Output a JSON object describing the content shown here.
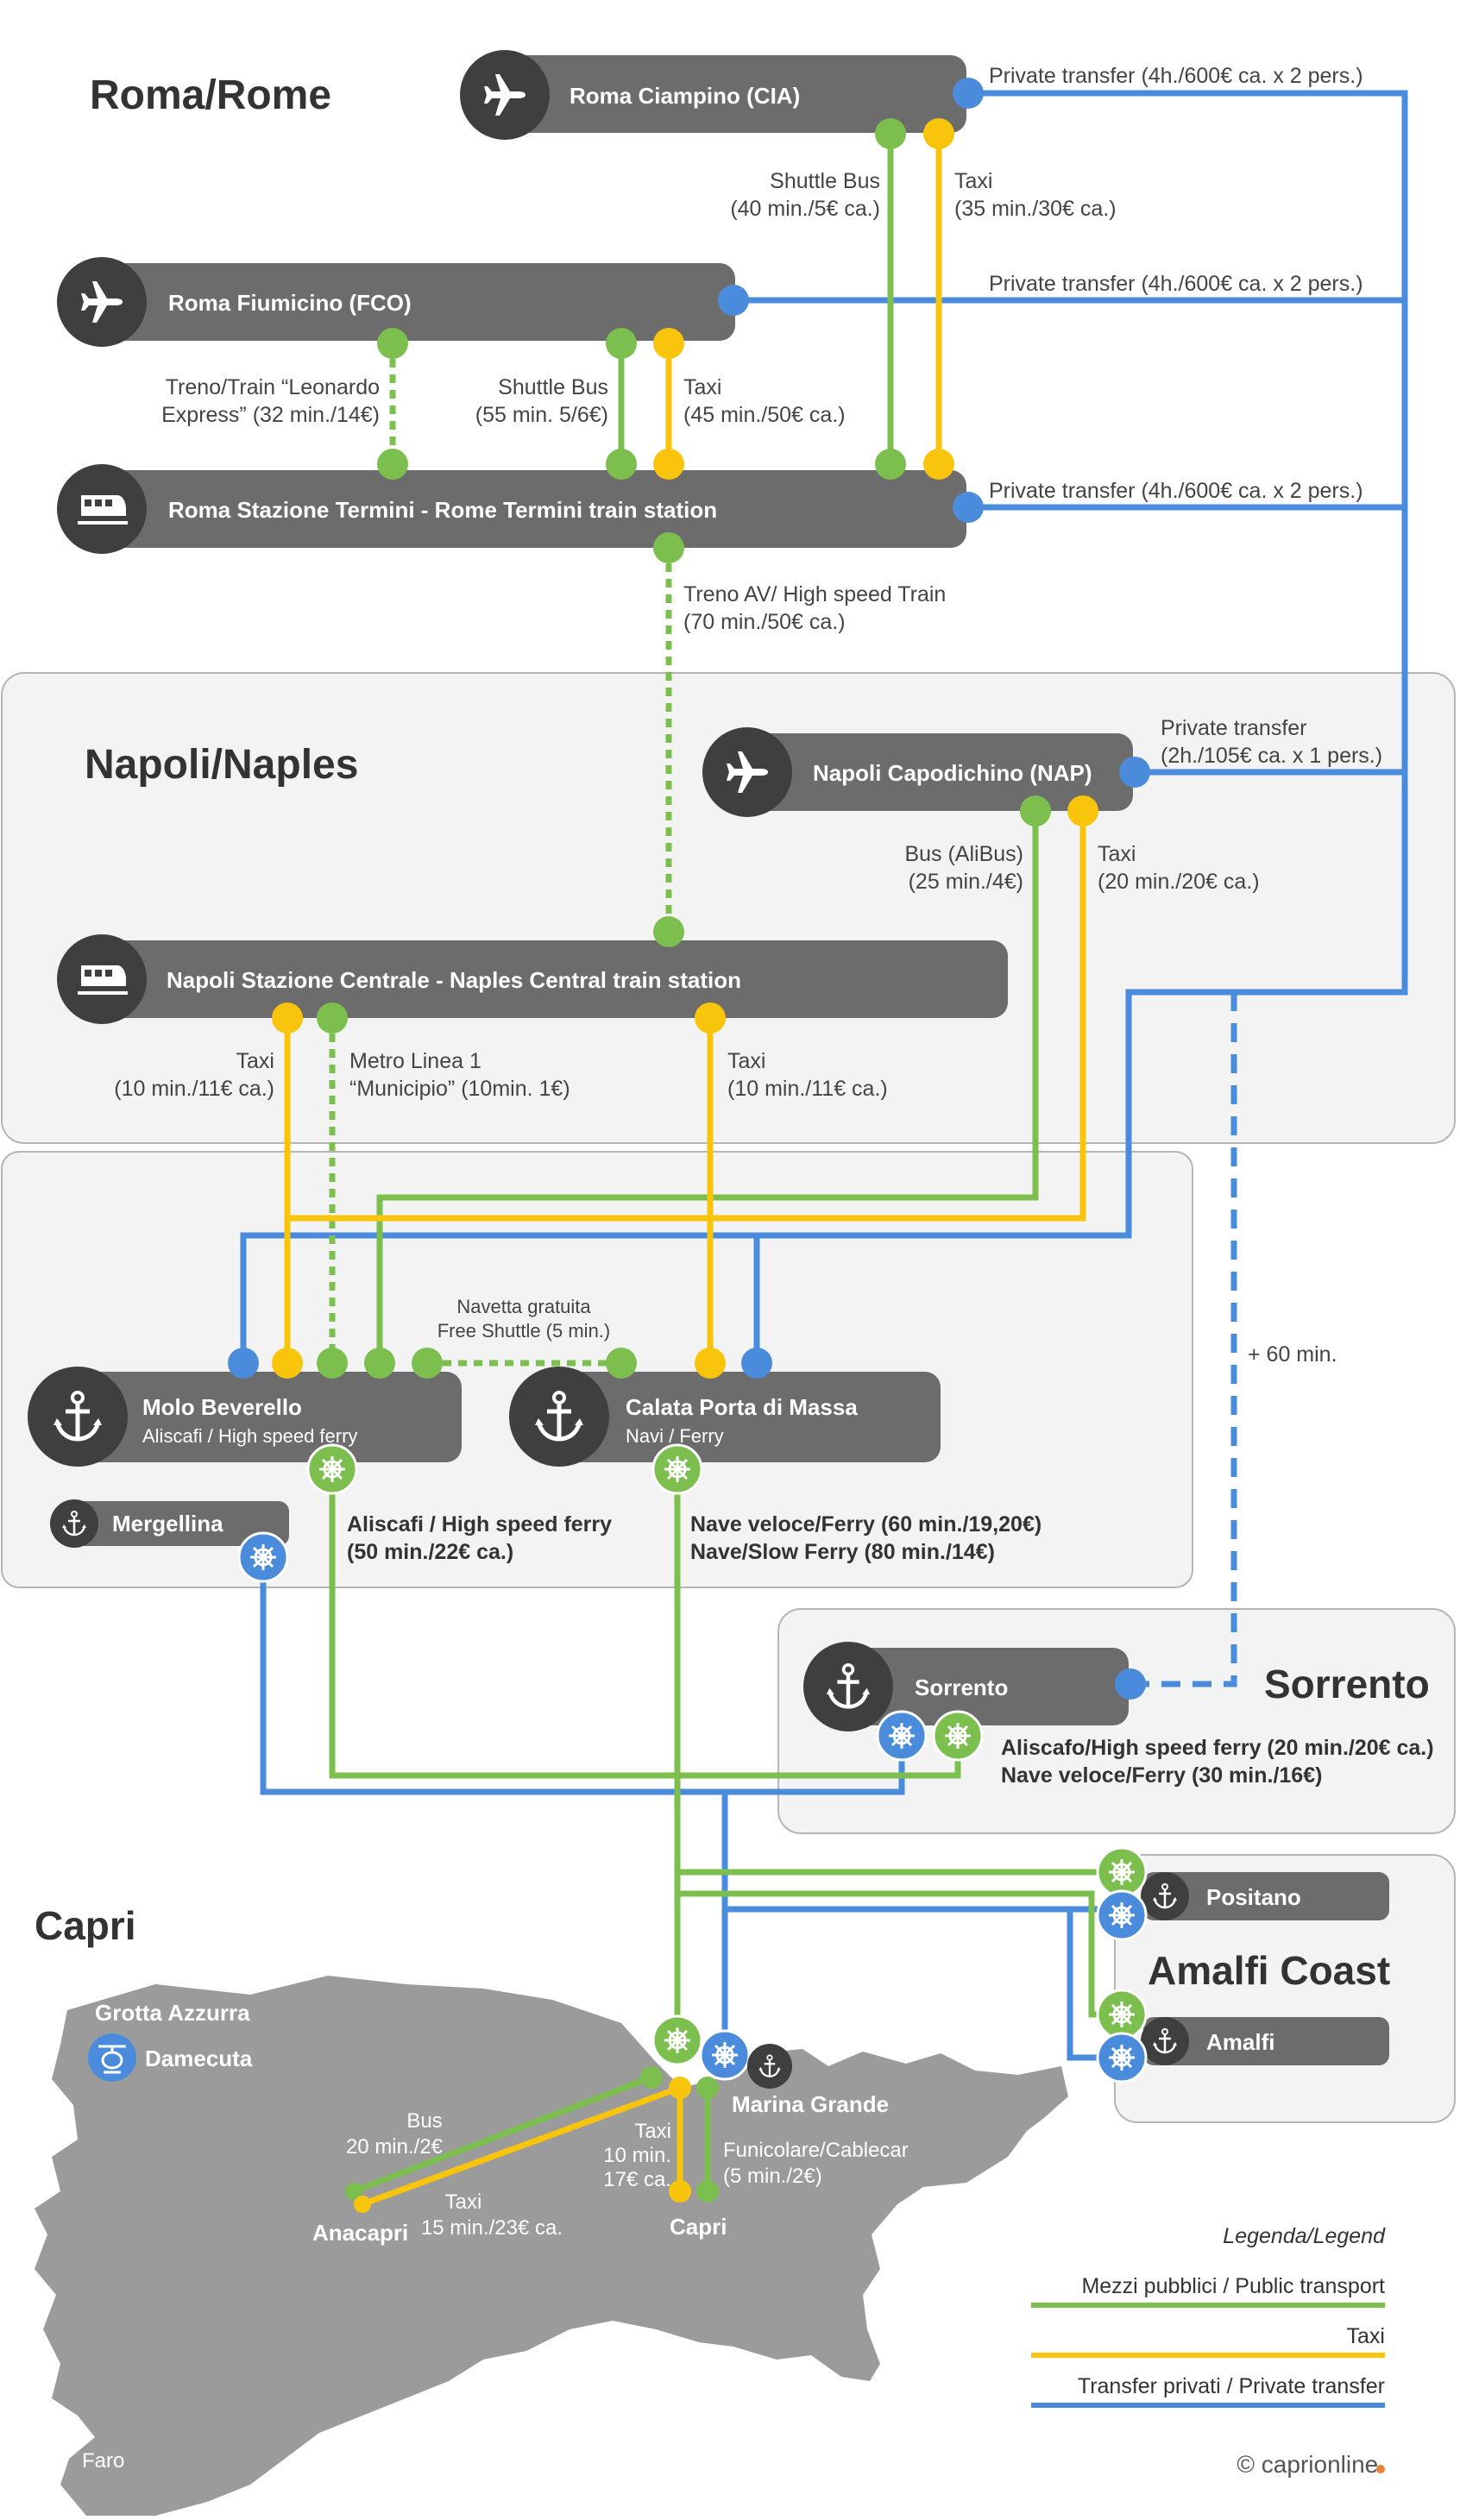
{
  "colors": {
    "public": "#7DBF4E",
    "taxi": "#F8C50C",
    "private": "#4A8CDB",
    "node": "#6C6C6C",
    "icon_bg": "#3F3F3F",
    "panel": "#F3F3F3",
    "island": "#9B9B9B"
  },
  "regions": {
    "rome": "Roma/Rome",
    "naples": "Napoli/Naples",
    "sorrento": "Sorrento",
    "amalfi": "Amalfi Coast",
    "capri": "Capri"
  },
  "nodes": {
    "ciampino": "Roma Ciampino (CIA)",
    "fiumicino": "Roma Fiumicino (FCO)",
    "termini": "Roma Stazione Termini - Rome Termini train station",
    "capodichino": "Napoli Capodichino (NAP)",
    "centrale": "Napoli Stazione Centrale - Naples Central train station",
    "beverello": "Molo Beverello",
    "beverello_sub": "Aliscafi / High speed ferry",
    "massa": "Calata Porta di Massa",
    "massa_sub": "Navi / Ferry",
    "mergellina": "Mergellina",
    "sorrento": "Sorrento",
    "positano": "Positano",
    "amalfi": "Amalfi"
  },
  "labels": {
    "ciampino_private": "Private transfer (4h./600€ ca. x 2 pers.)",
    "fiumicino_private": "Private transfer (4h./600€ ca. x 2 pers.)",
    "termini_private": "Private transfer (4h./600€ ca. x 2 pers.)",
    "ciampino_bus_1": "Shuttle Bus",
    "ciampino_bus_2": "(40 min./5€ ca.)",
    "ciampino_taxi_1": "Taxi",
    "ciampino_taxi_2": "(35 min./30€ ca.)",
    "fco_train_1": "Treno/Train “Leonardo",
    "fco_train_2": "Express”  (32 min./14€)",
    "fco_bus_1": "Shuttle Bus",
    "fco_bus_2": "(55 min. 5/6€)",
    "fco_taxi_1": "Taxi",
    "fco_taxi_2": "(45 min./50€ ca.)",
    "hs_train_1": "Treno AV/ High speed Train",
    "hs_train_2": "(70 min./50€ ca.)",
    "nap_private_1": "Private transfer",
    "nap_private_2": "(2h./105€ ca. x 1 pers.)",
    "nap_bus_1": "Bus (AliBus)",
    "nap_bus_2": "(25 min./4€)",
    "nap_taxi_1": "Taxi",
    "nap_taxi_2": "(20 min./20€ ca.)",
    "cen_taxi_l_1": "Taxi",
    "cen_taxi_l_2": "(10 min./11€ ca.)",
    "metro_1": "Metro Linea 1",
    "metro_2": "“Municipio” (10min. 1€)",
    "cen_taxi_r_1": "Taxi",
    "cen_taxi_r_2": "(10 min./11€ ca.)",
    "shuttle_1": "Navetta gratuita",
    "shuttle_2": "Free Shuttle (5 min.)",
    "plus60": "+ 60 min.",
    "bev_ferry_1": "Aliscafi / High speed ferry",
    "bev_ferry_2": "(50 min./22€ ca.)",
    "massa_ferry_1": "Nave veloce/Ferry (60 min./19,20€)",
    "massa_ferry_2": "Nave/Slow Ferry (80 min./14€)",
    "sorrento_ferry_1": "Aliscafo/High speed ferry (20 min./20€ ca.)",
    "sorrento_ferry_2": "Nave veloce/Ferry (30 min./16€)"
  },
  "capri": {
    "grotta": "Grotta Azzurra",
    "damecuta": "Damecuta",
    "marina": "Marina Grande",
    "anacapri": "Anacapri",
    "capri_town": "Capri",
    "faro": "Faro",
    "bus_1": "Bus",
    "bus_2": "20 min./2€",
    "taxi_ana_1": "Taxi",
    "taxi_ana_2": "15 min./23€ ca.",
    "taxi_cap_1": "Taxi",
    "taxi_cap_2": "10 min.",
    "taxi_cap_3": "17€ ca.",
    "funic_1": "Funicolare/Cablecar",
    "funic_2": "(5 min./2€)"
  },
  "legend": {
    "title": "Legenda/Legend",
    "public": "Mezzi pubblici / Public transport",
    "taxi": "Taxi",
    "private": "Transfer privati / Private transfer"
  },
  "credit": "© caprionline."
}
